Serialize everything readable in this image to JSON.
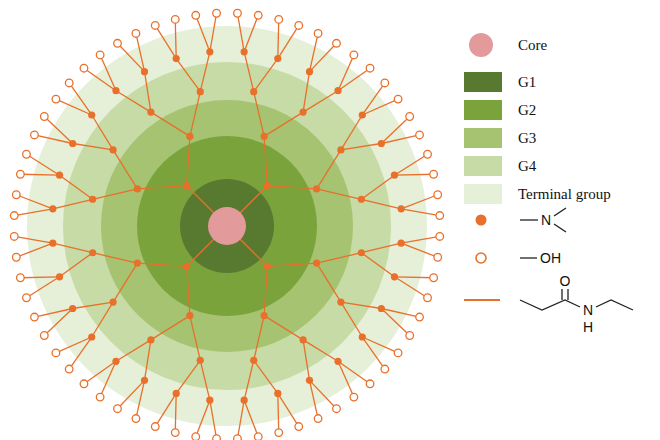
{
  "diagram": {
    "labels": [
      "O",
      "N",
      "H"
    ],
    "legend": [
      {
        "text": "Core",
        "color": "#e39a9a"
      },
      {
        "text": "G1",
        "color": "#587a30"
      },
      {
        "text": "G2",
        "color": "#7aa33c"
      },
      {
        "text": "G3",
        "color": "#a5c371"
      },
      {
        "text": "G4",
        "color": "#c7dba6"
      },
      {
        "text": "Terminal group",
        "color": "#e6efd8"
      },
      {
        "text": "N"
      },
      {
        "text": "OH"
      }
    ]
  }
}
